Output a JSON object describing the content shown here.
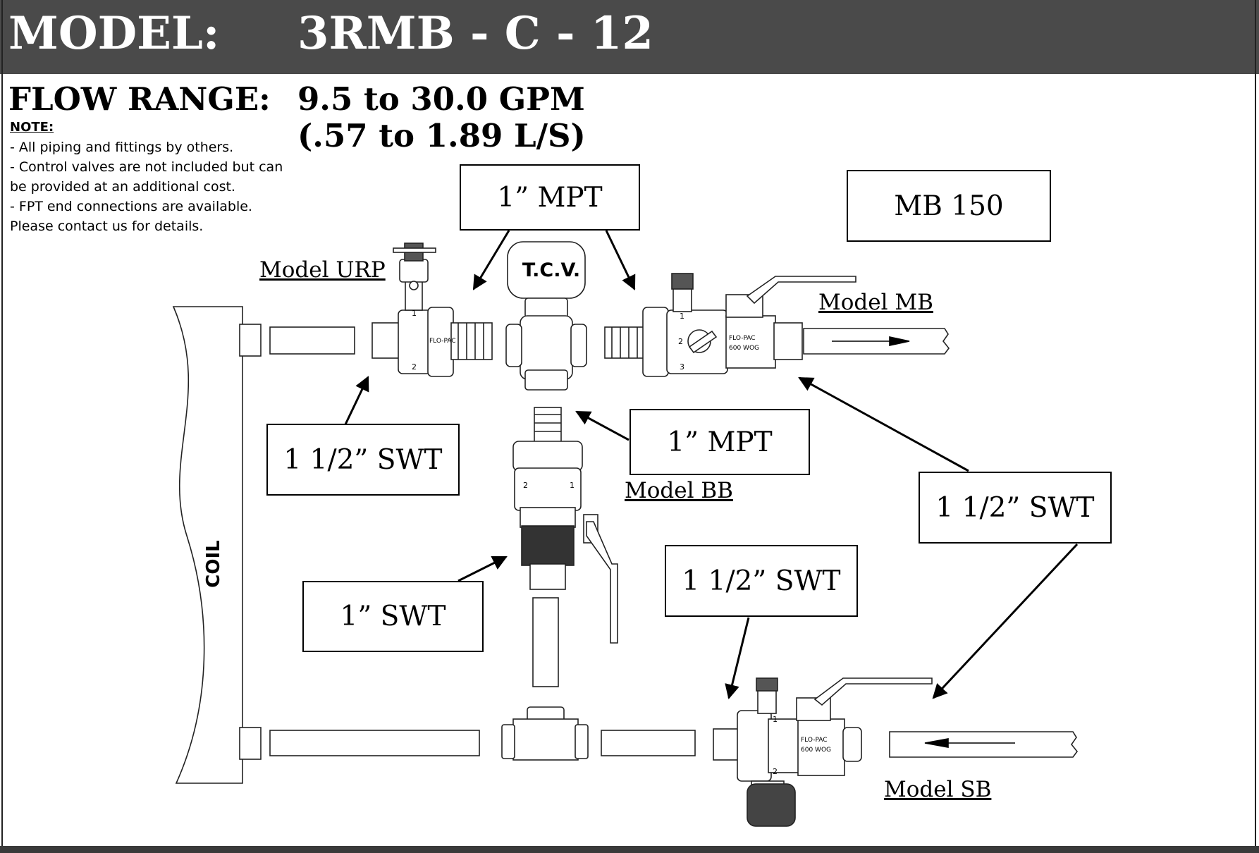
{
  "header": {
    "model_label": "MODEL:",
    "model_value": "3RMB - C - 12"
  },
  "flow": {
    "label": "FLOW RANGE:",
    "gpm": "9.5  to 30.0 GPM",
    "lps": "(.57 to 1.89 L/S)"
  },
  "notes": {
    "title": "NOTE:",
    "lines": [
      "- All piping and fittings by others.",
      "- Control valves are not included but can",
      "be provided at an additional cost.",
      "- FPT end connections are available.",
      "Please contact us for details."
    ]
  },
  "callouts": {
    "mpt_top": "1” MPT",
    "mb150": "MB 150",
    "swt_left": "1 1/2” SWT",
    "mpt_mid": "1” MPT",
    "swt_right": "1 1/2” SWT",
    "swt_small": "1” SWT",
    "swt_bottom": "1 1/2” SWT"
  },
  "model_labels": {
    "urp": "Model URP",
    "mb": "Model MB",
    "bb": "Model BB",
    "sb": "Model SB"
  },
  "parts": {
    "coil": "COIL",
    "tcv": "T.C.V.",
    "flo_pac": "FLO-PAC",
    "woc": "600 WOG",
    "port1": "1",
    "port2": "2",
    "port3": "3"
  }
}
